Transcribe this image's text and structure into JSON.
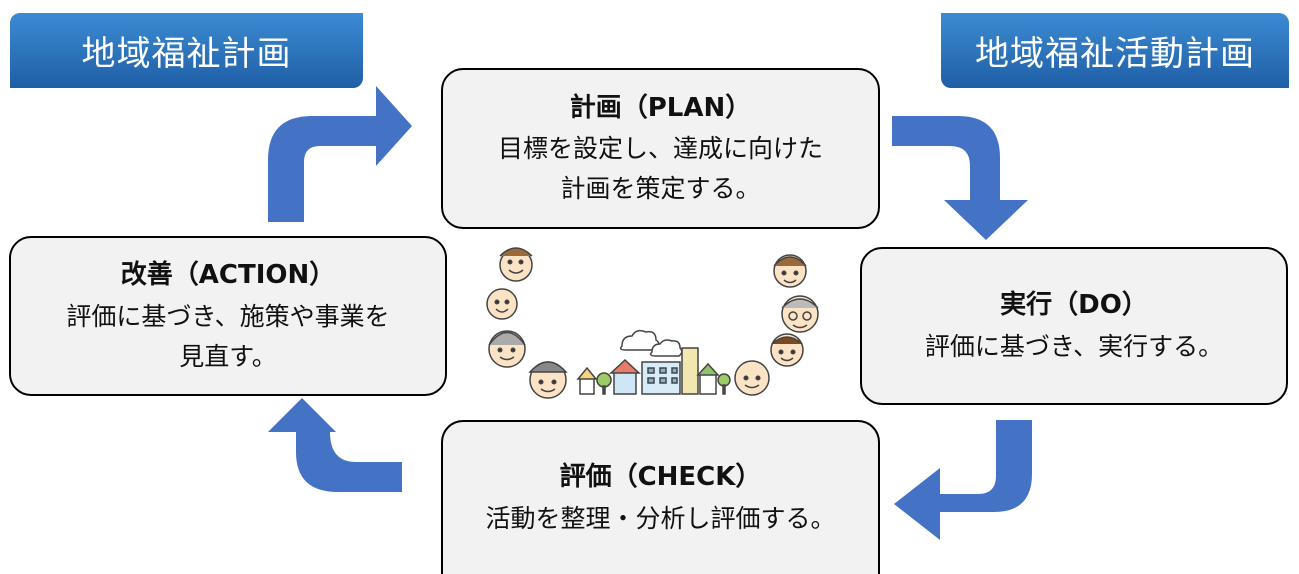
{
  "labels": {
    "left": "地域福祉計画",
    "right": "地域福祉活動計画"
  },
  "cycle": {
    "plan": {
      "title": "計画（PLAN）",
      "lines": [
        "目標を設定し、達成に向けた",
        "計画を策定する。"
      ]
    },
    "do": {
      "title": "実行（DO）",
      "lines": [
        "評価に基づき、実行する。"
      ]
    },
    "check": {
      "title": "評価（CHECK）",
      "lines": [
        "活動を整理・分析し評価する。"
      ]
    },
    "action": {
      "title": "改善（ACTION）",
      "lines": [
        "評価に基づき、施策や事業を",
        "見直す。"
      ]
    }
  },
  "colors": {
    "arrow": "#4472c4",
    "tab": "#2a70bb",
    "box": "#f2f2f2"
  },
  "illustration": "community-people-and-town"
}
